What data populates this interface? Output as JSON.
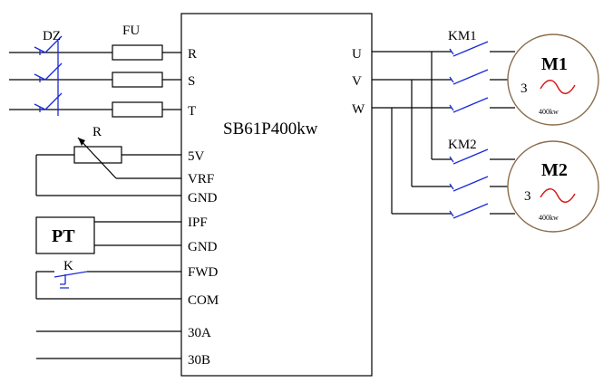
{
  "diagram": {
    "breaker_label": "DZ",
    "fuse_label": "FU",
    "resistor_label": "R",
    "pt_label": "PT",
    "switch_label": "K",
    "inverter_model": "SB61P400kw",
    "inputs": {
      "r": "R",
      "s": "S",
      "t": "T"
    },
    "outputs": {
      "u": "U",
      "v": "V",
      "w": "W"
    },
    "control_terminals": {
      "p5v": "5V",
      "vrf": "VRF",
      "gnd1": "GND",
      "ipf": "IPF",
      "gnd2": "GND",
      "fwd": "FWD",
      "com": "COM",
      "a30": "30A",
      "b30": "30B"
    },
    "contactors": {
      "km1": "KM1",
      "km2": "KM2"
    },
    "motors": [
      {
        "name": "M1",
        "phase": "3",
        "power": "400kw"
      },
      {
        "name": "M2",
        "phase": "3",
        "power": "400kw"
      }
    ],
    "colors": {
      "wire": "#000000",
      "switch": "#1a2bd6",
      "ac_symbol": "#d81818"
    }
  }
}
